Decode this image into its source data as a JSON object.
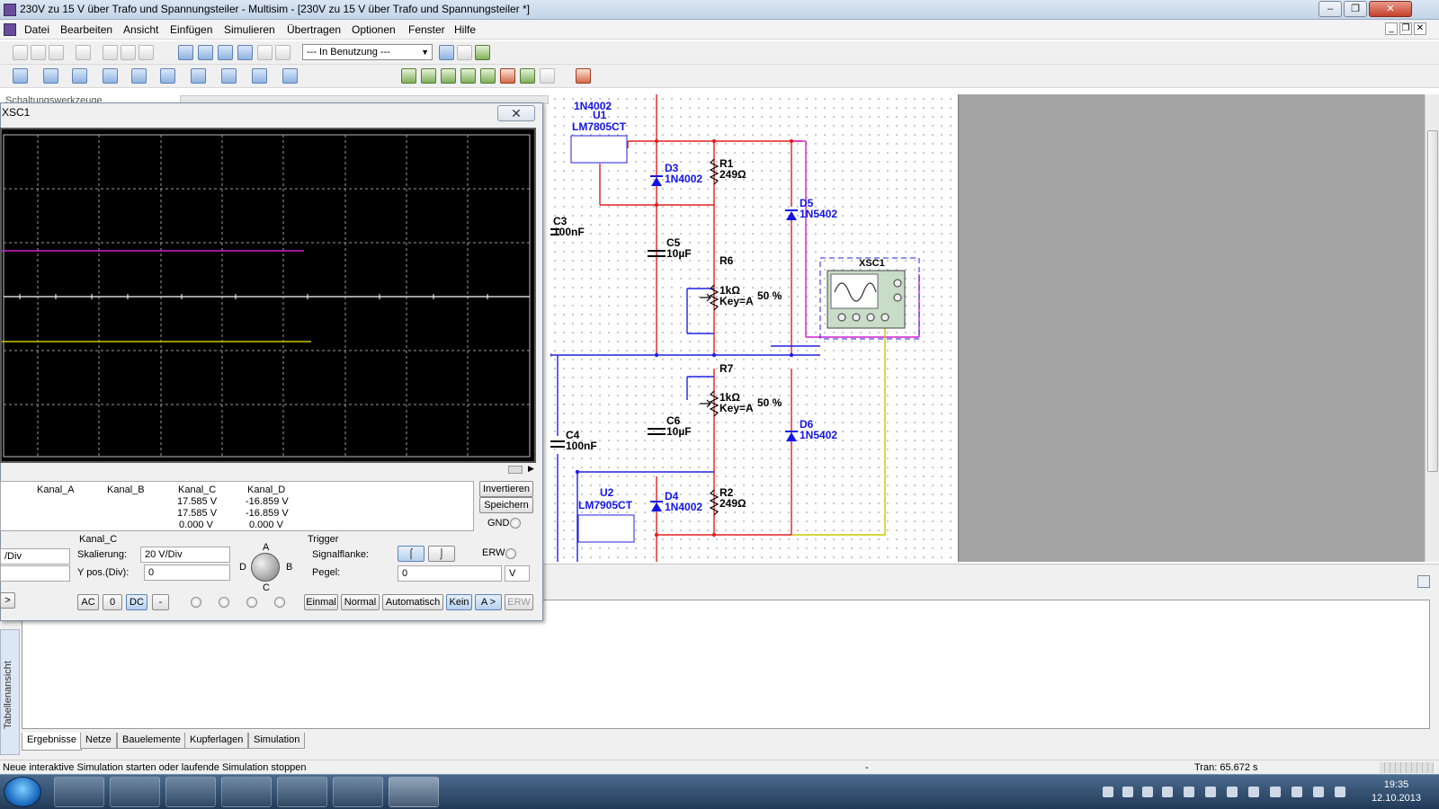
{
  "window": {
    "title": "230V zu 15 V über Trafo und Spannungsteiler - Multisim - [230V zu 15 V über Trafo und Spannungsteiler *]"
  },
  "menu": [
    "Datei",
    "Bearbeiten",
    "Ansicht",
    "Einfügen",
    "Simulieren",
    "Übertragen",
    "Optionen",
    "Fenster",
    "Hilfe"
  ],
  "toolbar": {
    "usage_select": "--- In Benutzung ---"
  },
  "panels": {
    "design_toolbox_title": "Schaltungswerkzeuge"
  },
  "scope": {
    "title": "XSC1",
    "readout": {
      "headers": [
        "Kanal_A",
        "Kanal_B",
        "Kanal_C",
        "Kanal_D"
      ],
      "row1": [
        "",
        "",
        "17.585 V",
        "-16.859 V"
      ],
      "row2": [
        "",
        "",
        "17.585 V",
        "-16.859 V"
      ],
      "row3": [
        "",
        "",
        "0.000 V",
        "0.000 V"
      ]
    },
    "invert_label": "Invertieren",
    "save_label": "Speichern",
    "gnd_label": "GND",
    "left_partial": {
      "scale_unit": "/Div"
    },
    "channel": {
      "group_label": "Kanal_C",
      "scale_label": "Skalierung:",
      "scale_value": "20  V/Div",
      "ypos_label": "Y pos.(Div):",
      "ypos_value": "0",
      "knob_letters": {
        "a": "A",
        "b": "B",
        "c": "C",
        "d": "D"
      },
      "coupling": [
        "AC",
        "0",
        "DC",
        "-"
      ]
    },
    "trigger": {
      "group_label": "Trigger",
      "edge_label": "Signalflanke:",
      "ext_label": "ERW",
      "level_label": "Pegel:",
      "level_value": "0",
      "level_unit": "V",
      "modes": [
        "Einmal",
        "Normal",
        "Automatisch",
        "Kein",
        "A >",
        "ERW"
      ]
    },
    "ymax_marker": ">"
  },
  "schematic": {
    "labels": {
      "d_top": "1N4002",
      "u1": "U1",
      "u1_part": "LM7805CT",
      "d3": "D3",
      "d3_part": "1N4002",
      "r1": "R1",
      "r1_val": "249Ω",
      "d5": "D5",
      "d5_part": "1N5402",
      "c3": "C3",
      "c3_val": "100nF",
      "c5": "C5",
      "c5_val": "10µF",
      "r6": "R6",
      "r6_val": "1kΩ",
      "r6_key": "Key=A",
      "r6_pct": "50 %",
      "xsc1": "XSC1",
      "r7": "R7",
      "r7_val": "1kΩ",
      "r7_key": "Key=A",
      "r7_pct": "50 %",
      "c6": "C6",
      "c6_val": "10µF",
      "d6": "D6",
      "d6_part": "1N5402",
      "c4": "C4",
      "c4_val": "100nF",
      "u2": "U2",
      "u2_part": "LM7905CT",
      "d4": "D4",
      "d4_part": "1N4002",
      "r2": "R2",
      "r2_val": "249Ω"
    }
  },
  "bottom": {
    "sidebar_label": "Tabellenansicht",
    "tabs": [
      "Ergebnisse",
      "Netze",
      "Bauelemente",
      "Kupferlagen",
      "Simulation"
    ]
  },
  "status": {
    "message": "Neue interaktive Simulation starten oder laufende Simulation stoppen",
    "middle": "-",
    "tran": "Tran: 65.672 s"
  },
  "taskbar": {
    "time": "19:35",
    "date": "12.10.2013"
  },
  "colors": {
    "wire_red": "#e02020",
    "wire_blue": "#2020e0",
    "wire_magenta": "#d020d0",
    "wire_yellow": "#c8c800",
    "component_blue": "#1414e6"
  }
}
